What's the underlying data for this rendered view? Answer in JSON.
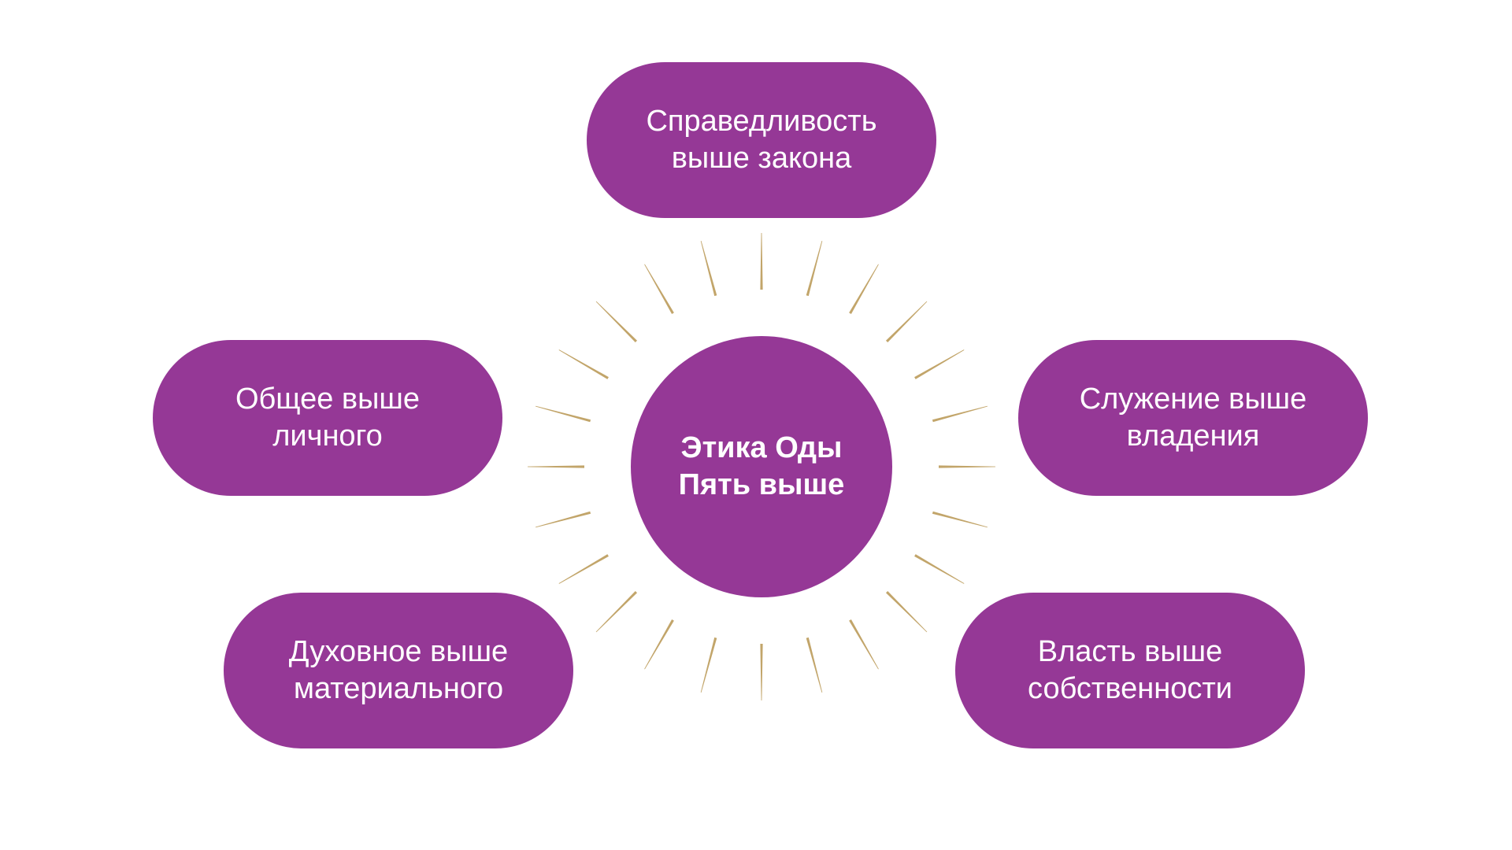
{
  "colors": {
    "node_fill": "#953896",
    "ray_stroke": "#C2A56A",
    "text": "#ffffff",
    "background": "#ffffff"
  },
  "center": {
    "line1": "Этика Оды",
    "line2": "Пять выше"
  },
  "nodes": {
    "top": {
      "line1": "Справедливость",
      "line2": "выше закона"
    },
    "left": {
      "line1": "Общее выше",
      "line2": "личного"
    },
    "right": {
      "line1": "Служение выше",
      "line2": "владения"
    },
    "bottom_left": {
      "line1": "Духовное выше",
      "line2": "материального"
    },
    "bottom_right": {
      "line1": "Власть выше",
      "line2": "собственности"
    }
  },
  "rays": {
    "count": 24
  }
}
